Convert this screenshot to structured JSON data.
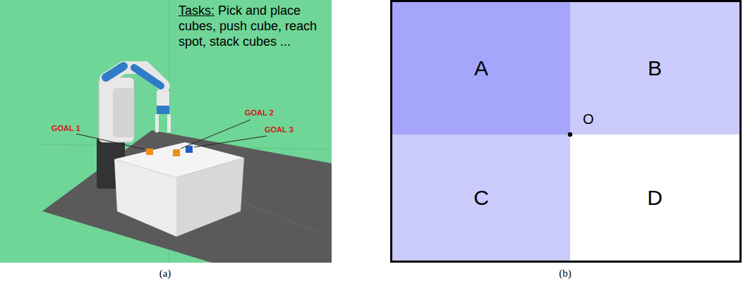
{
  "diagram": {
    "nodes": [
      {
        "text": [
          "A"
        ]
      },
      {
        "text": [
          "B"
        ]
      },
      {
        "text": [
          "C"
        ]
      },
      {
        "text": [
          "D"
        ]
      }
    ],
    "labels": [
      "Tasks:",
      "Pick and place cubes, push cube, reach spot, stack cubes ...",
      "GOAL 1",
      "GOAL 2",
      "GOAL 3",
      "O",
      "(a)",
      "(b)"
    ]
  }
}
